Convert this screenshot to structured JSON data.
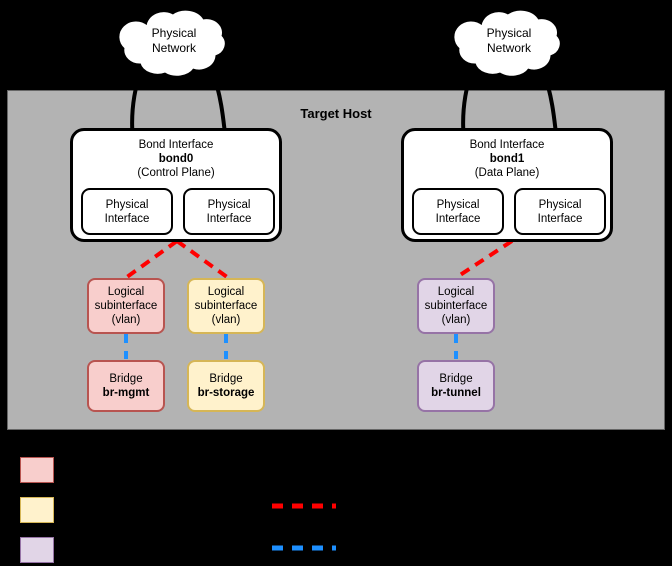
{
  "diagram": {
    "title": "Target Host",
    "clouds": [
      {
        "id": "cloud-left",
        "line1": "Physical",
        "line2": "Network"
      },
      {
        "id": "cloud-right",
        "line1": "Physical",
        "line2": "Network"
      }
    ],
    "bonds": [
      {
        "id": "bond0",
        "title": "Bond Interface",
        "name": "bond0",
        "role": "(Control Plane)",
        "physical_interfaces": [
          {
            "line1": "Physical",
            "line2": "Interface"
          },
          {
            "line1": "Physical",
            "line2": "Interface"
          }
        ]
      },
      {
        "id": "bond1",
        "title": "Bond Interface",
        "name": "bond1",
        "role": "(Data Plane)",
        "physical_interfaces": [
          {
            "line1": "Physical",
            "line2": "Interface"
          },
          {
            "line1": "Physical",
            "line2": "Interface"
          }
        ]
      }
    ],
    "stacks": [
      {
        "id": "mgmt",
        "color": "pink",
        "vlan": {
          "line1": "Logical",
          "line2": "subinterface",
          "line3": "(vlan)"
        },
        "bridge": {
          "line1": "Bridge",
          "name": "br-mgmt"
        }
      },
      {
        "id": "storage",
        "color": "yellow",
        "vlan": {
          "line1": "Logical",
          "line2": "subinterface",
          "line3": "(vlan)"
        },
        "bridge": {
          "line1": "Bridge",
          "name": "br-storage"
        }
      },
      {
        "id": "tunnel",
        "color": "purple",
        "vlan": {
          "line1": "Logical",
          "line2": "subinterface",
          "line3": "(vlan)"
        },
        "bridge": {
          "line1": "Bridge",
          "name": "br-tunnel"
        }
      }
    ]
  },
  "legend": {
    "swatches": [
      {
        "id": "legend-swatch-pink",
        "color": "#F8CECC",
        "border": "#B85450",
        "label": ""
      },
      {
        "id": "legend-swatch-yellow",
        "color": "#FFF2CC",
        "border": "#D6B656",
        "label": ""
      },
      {
        "id": "legend-swatch-purple",
        "color": "#E1D5E7",
        "border": "#9673A6",
        "label": ""
      }
    ],
    "lines": [
      {
        "id": "legend-line-red",
        "color": "#FF0000",
        "label": ""
      },
      {
        "id": "legend-line-blue",
        "color": "#1E90FF",
        "label": ""
      }
    ]
  },
  "colors": {
    "background": "#000000",
    "host_fill": "#B3B3B3",
    "host_stroke": "#666666",
    "cloud_fill": "#FFFFFF",
    "box_fill": "#FFFFFF",
    "box_stroke": "#000000",
    "dash_red": "#FF0000",
    "dash_blue": "#1E90FF",
    "pink_fill": "#F8CECC",
    "pink_stroke": "#B85450",
    "yellow_fill": "#FFF2CC",
    "yellow_stroke": "#D6B656",
    "purple_fill": "#E1D5E7",
    "purple_stroke": "#9673A6"
  }
}
